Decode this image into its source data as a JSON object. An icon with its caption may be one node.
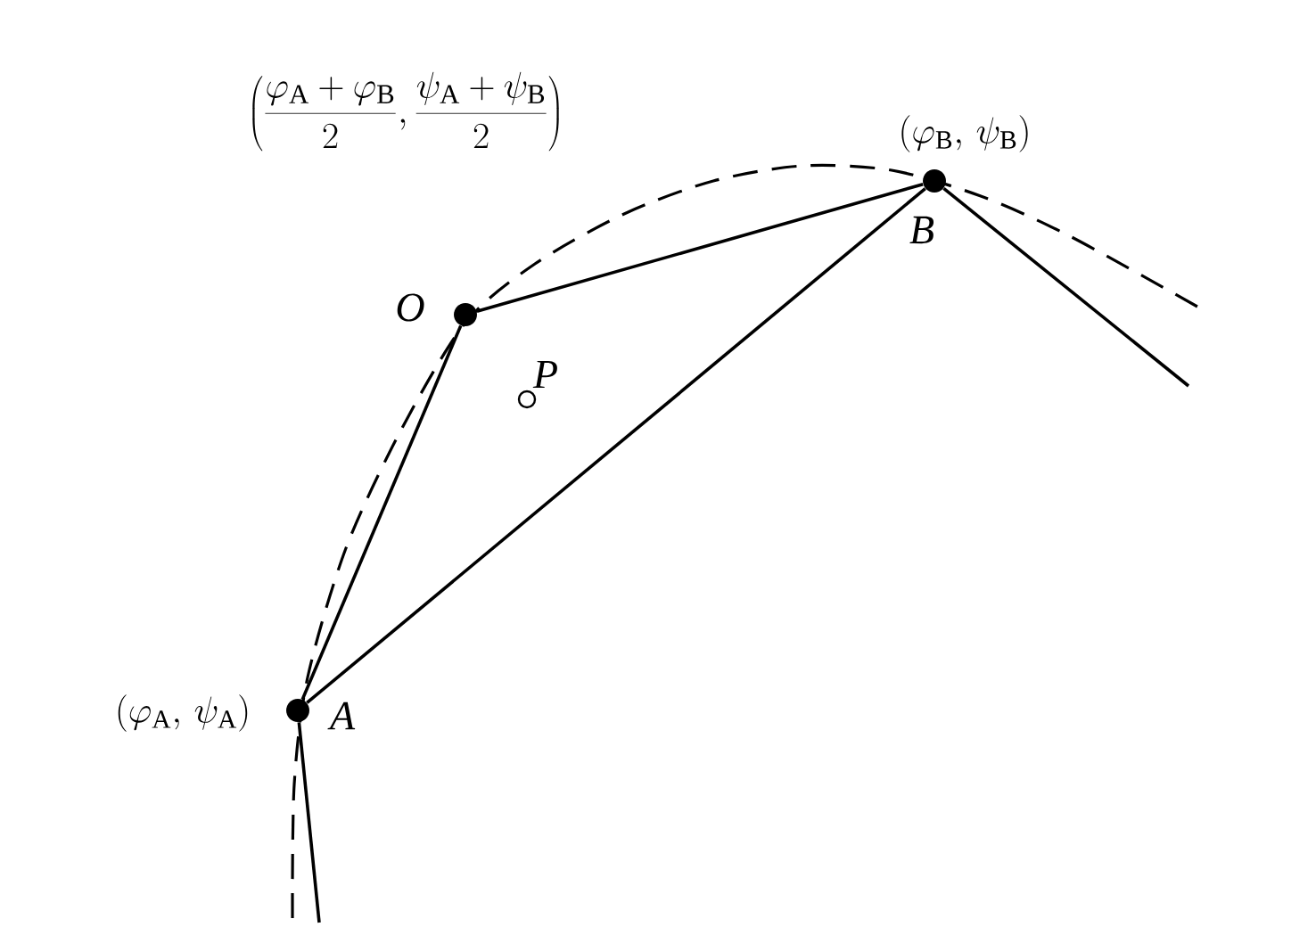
{
  "diagram": {
    "nodes": [
      {
        "text": [],
        "shape": "circle",
        "beside": [
          "O"
        ]
      },
      {
        "text": [],
        "shape": "circle",
        "beside": [
          "P"
        ]
      },
      {
        "text": [],
        "shape": "circle",
        "beside": [
          "A",
          "(\\varphi_{\\mathrm{A}},\\, \\psi_{\\mathrm{A}})"
        ]
      },
      {
        "text": [],
        "shape": "circle",
        "beside": [
          "B",
          "(\\varphi_{\\mathrm{B}},\\, \\psi_{\\mathrm{B}})"
        ]
      }
    ],
    "edges": [
      {
        "from": 0,
        "to": 3,
        "arrow": "none"
      },
      {
        "from": 0,
        "to": 2,
        "arrow": "none"
      },
      {
        "from": 2,
        "to": 3,
        "arrow": "none"
      },
      {
        "from": 3,
        "to": null,
        "arrow": "none"
      },
      {
        "from": 2,
        "to": null,
        "arrow": "none"
      }
    ],
    "labels": [
      "\\left(\\frac{\\varphi_{\\mathrm{A}}+\\varphi_{\\mathrm{B}}}{2},\\frac{\\psi_{\\mathrm{A}}+\\psi_{\\mathrm{B}}}{2}\\right)"
    ]
  }
}
